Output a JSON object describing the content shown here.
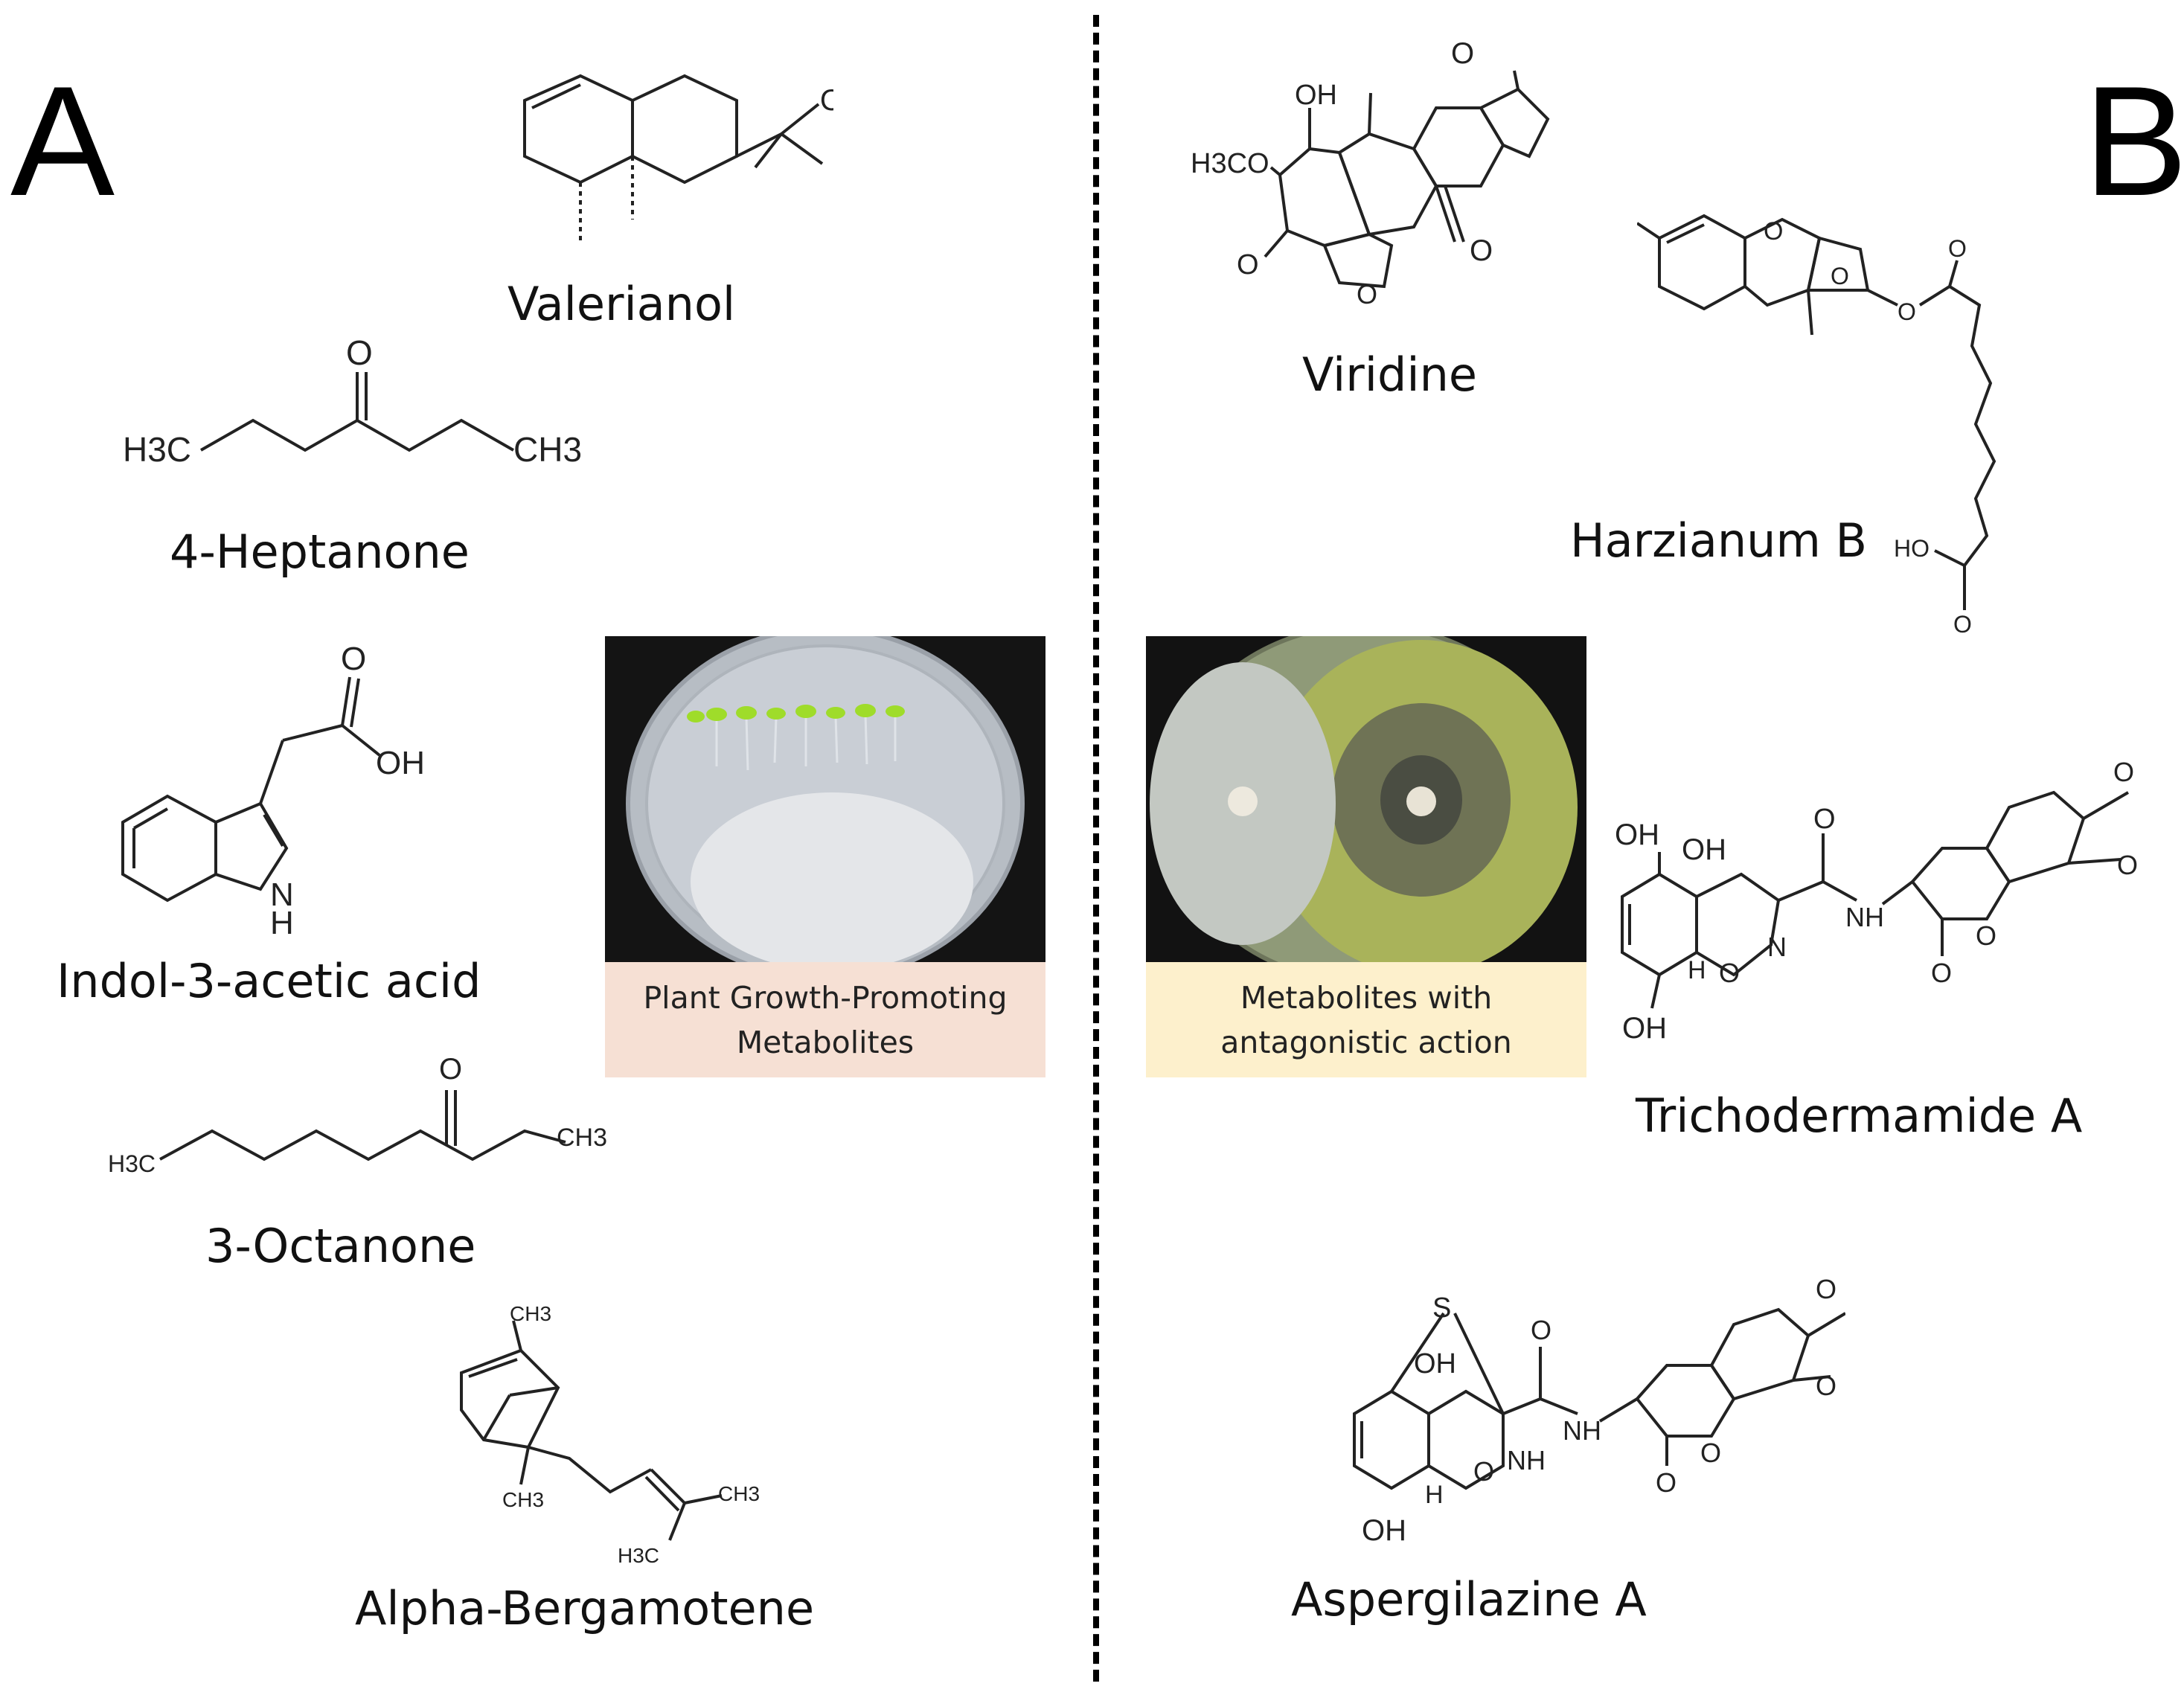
{
  "panels": {
    "left": {
      "letter": "A"
    },
    "right": {
      "letter": "B"
    }
  },
  "left_compounds": [
    {
      "name": "Valerianol"
    },
    {
      "name": "4-Heptanone"
    },
    {
      "name": "Indol-3-acetic acid"
    },
    {
      "name": "3-Octanone"
    },
    {
      "name": "Alpha-Bergamotene"
    }
  ],
  "right_compounds": [
    {
      "name": "Viridine"
    },
    {
      "name": "Harzianum B"
    },
    {
      "name": "Trichodermamide A"
    },
    {
      "name": "Aspergilazine A"
    }
  ],
  "atoms": {
    "oh": "OH",
    "o": "O",
    "h3c": "H3C",
    "ch3": "CH3",
    "h3co": "H3CO",
    "nh": "NH",
    "n": "N",
    "h": "H",
    "s": "S",
    "ho": "HO",
    "ch3_small": "CH3",
    "h3c_small": "H3C"
  },
  "photos": {
    "growth": {
      "caption_line1": "Plant Growth-Promoting",
      "caption_line2": "Metabolites",
      "caption_bg": "#f6e0d4"
    },
    "antagonist": {
      "caption_line1": "Metabolites with",
      "caption_line2": "antagonistic action",
      "caption_bg": "#fdf0cc"
    }
  }
}
